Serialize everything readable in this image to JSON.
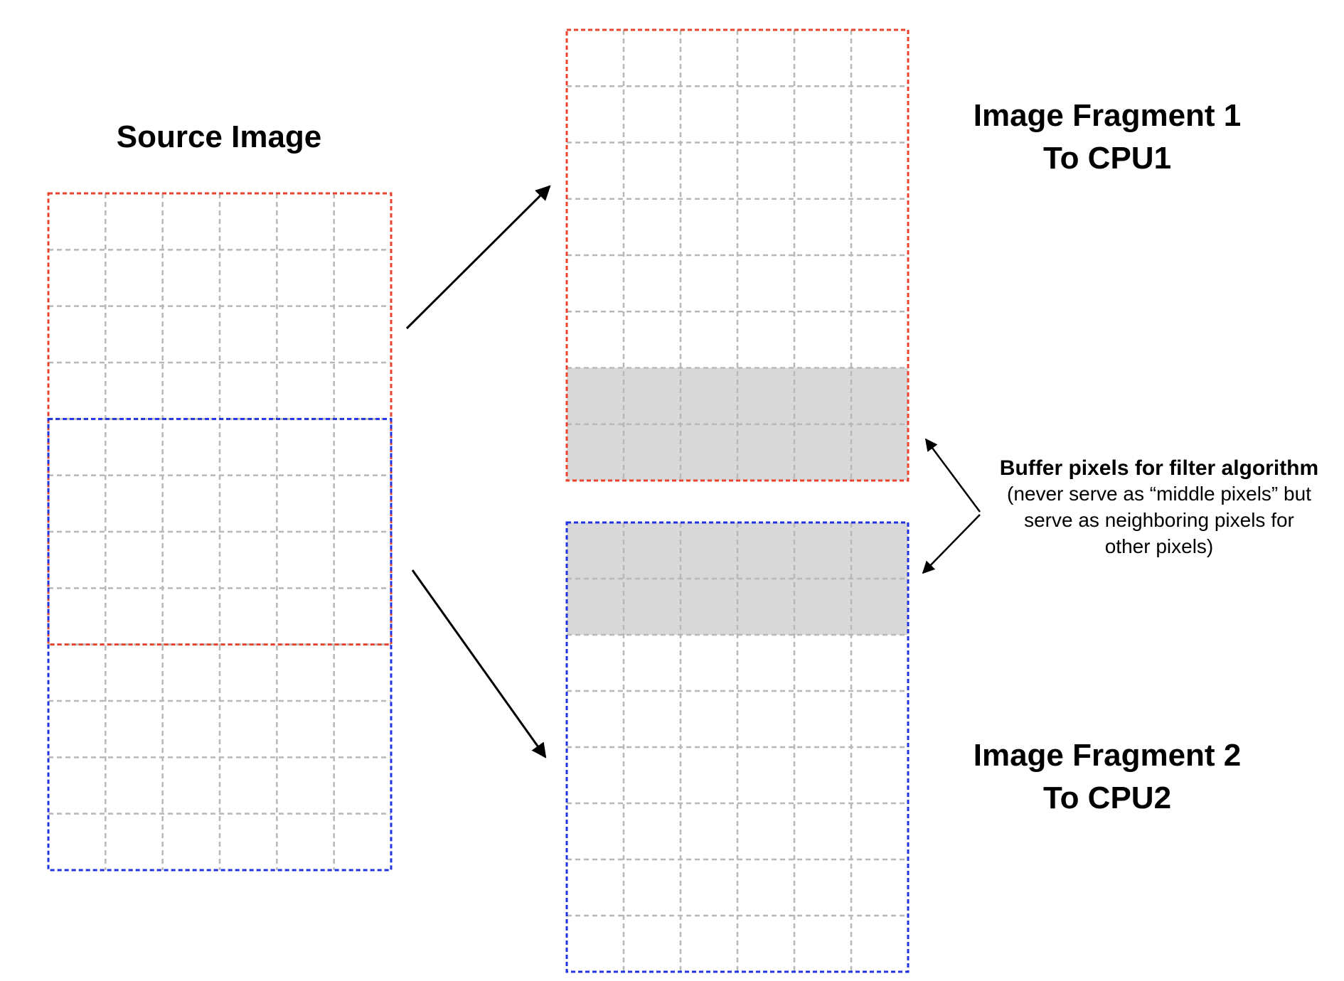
{
  "labels": {
    "source_title": "Source Image",
    "fragment1_line1": "Image Fragment 1",
    "fragment1_line2": "To CPU1",
    "fragment2_line1": "Image Fragment 2",
    "fragment2_line2": "To CPU2",
    "buffer_title": "Buffer pixels for filter algorithm",
    "buffer_line1": "(never serve as “middle pixels” but",
    "buffer_line2": "serve as neighboring pixels for",
    "buffer_line3": "other pixels)"
  },
  "grid": {
    "source": {
      "columns": 6,
      "rows": 12
    },
    "fragment1": {
      "columns": 6,
      "rows": 8,
      "buffer_rows": 2,
      "buffer_position": "bottom"
    },
    "fragment2": {
      "columns": 6,
      "rows": 8,
      "buffer_rows": 2,
      "buffer_position": "top"
    },
    "overlap_rows": 4
  },
  "colors": {
    "fragment1_border": "#e8432e",
    "fragment2_border": "#1f33e0",
    "grid_line": "#b8b8b8",
    "buffer_fill": "#d8d8d8",
    "arrow": "#000000"
  }
}
